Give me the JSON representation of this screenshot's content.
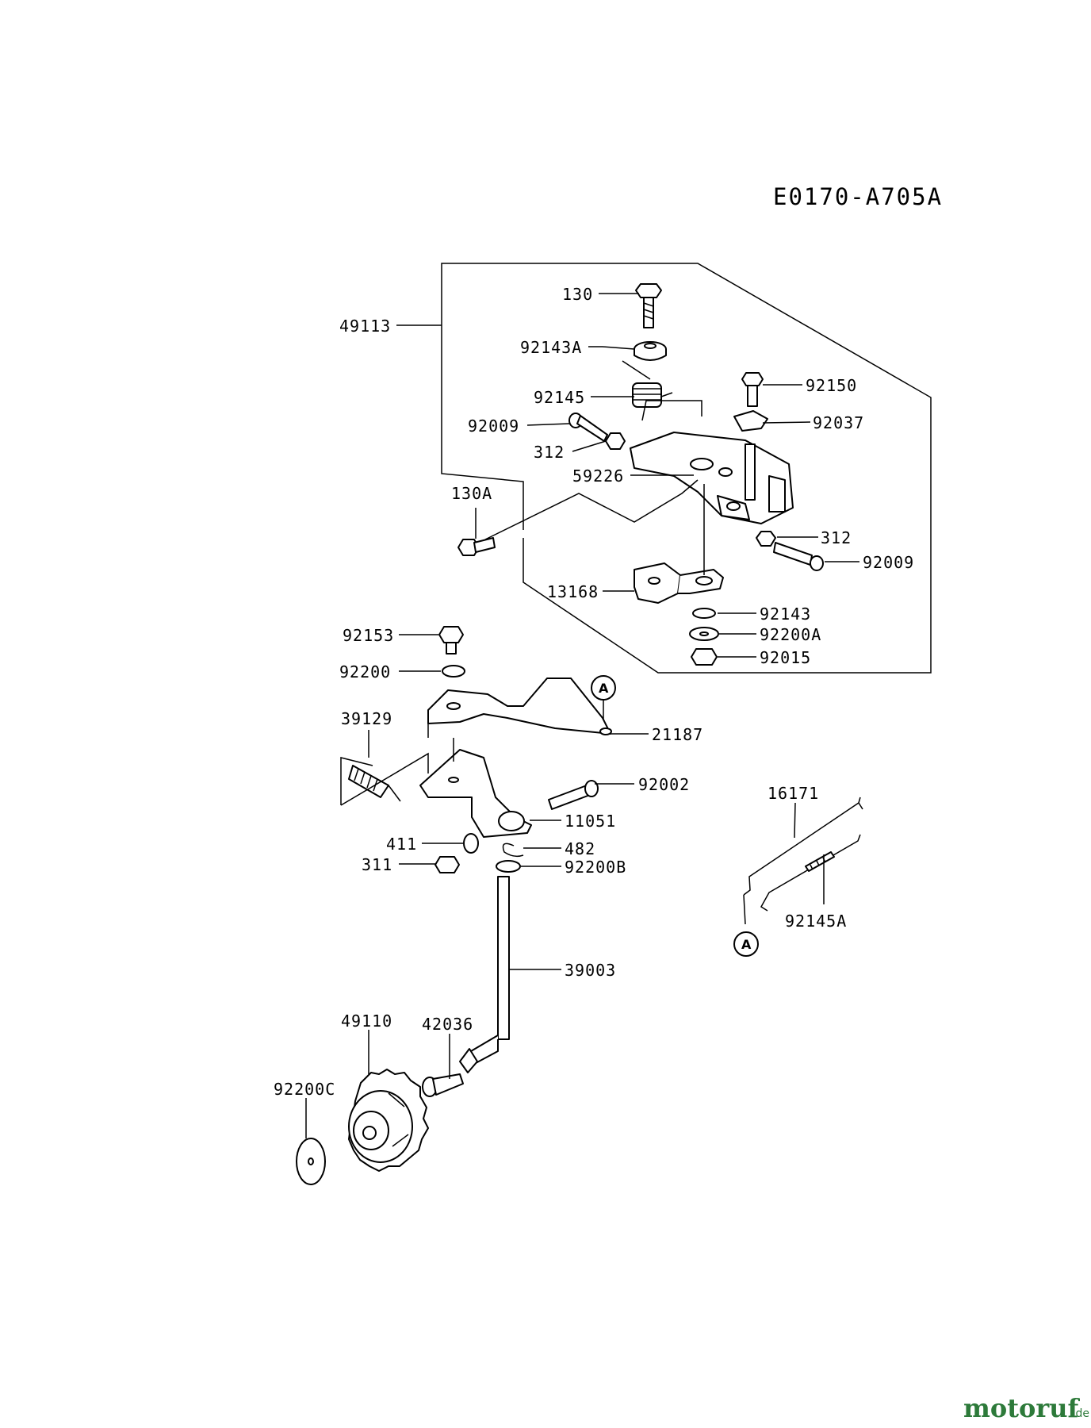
{
  "diagram_code": "E0170-A705A",
  "ref_marker": "A",
  "watermark": {
    "brand": "motoruf",
    "tld": ".de",
    "color": "#2d7a3a"
  },
  "callouts": [
    {
      "id": "c-49113",
      "text": "49113"
    },
    {
      "id": "c-130",
      "text": "130"
    },
    {
      "id": "c-92143A",
      "text": "92143A"
    },
    {
      "id": "c-92145",
      "text": "92145"
    },
    {
      "id": "c-92150",
      "text": "92150"
    },
    {
      "id": "c-92037",
      "text": "92037"
    },
    {
      "id": "c-92009a",
      "text": "92009"
    },
    {
      "id": "c-312a",
      "text": "312"
    },
    {
      "id": "c-59226",
      "text": "59226"
    },
    {
      "id": "c-130A",
      "text": "130A"
    },
    {
      "id": "c-312b",
      "text": "312"
    },
    {
      "id": "c-92009b",
      "text": "92009"
    },
    {
      "id": "c-13168",
      "text": "13168"
    },
    {
      "id": "c-92143",
      "text": "92143"
    },
    {
      "id": "c-92200A",
      "text": "92200A"
    },
    {
      "id": "c-92015",
      "text": "92015"
    },
    {
      "id": "c-92153",
      "text": "92153"
    },
    {
      "id": "c-92200",
      "text": "92200"
    },
    {
      "id": "c-21187",
      "text": "21187"
    },
    {
      "id": "c-39129",
      "text": "39129"
    },
    {
      "id": "c-92002",
      "text": "92002"
    },
    {
      "id": "c-11051",
      "text": "11051"
    },
    {
      "id": "c-411",
      "text": "411"
    },
    {
      "id": "c-482",
      "text": "482"
    },
    {
      "id": "c-311",
      "text": "311"
    },
    {
      "id": "c-92200B",
      "text": "92200B"
    },
    {
      "id": "c-16171",
      "text": "16171"
    },
    {
      "id": "c-92145A",
      "text": "92145A"
    },
    {
      "id": "c-39003",
      "text": "39003"
    },
    {
      "id": "c-49110",
      "text": "49110"
    },
    {
      "id": "c-42036",
      "text": "42036"
    },
    {
      "id": "c-92200C",
      "text": "92200C"
    }
  ]
}
